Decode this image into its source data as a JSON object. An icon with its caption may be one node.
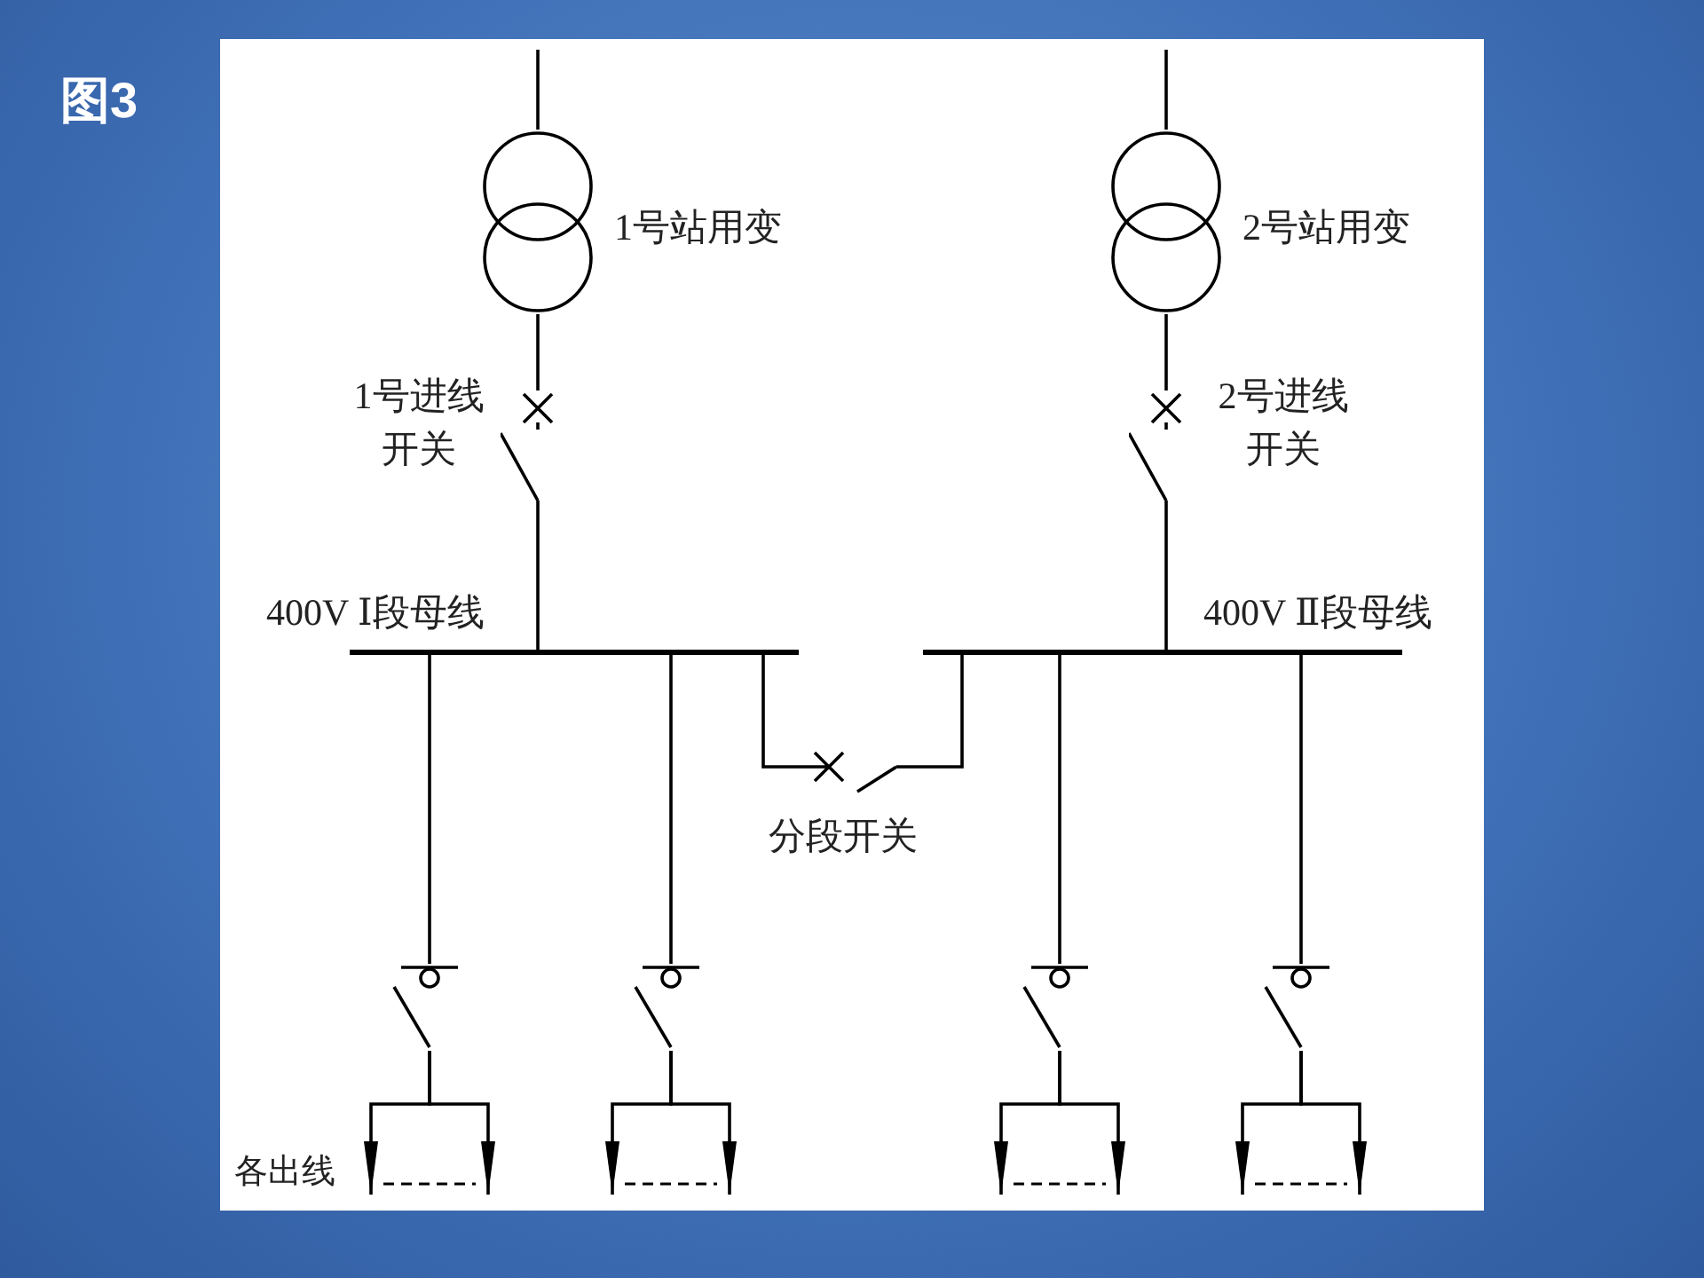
{
  "diagram": {
    "title": "图3",
    "nodes": [
      {
        "text": [],
        "shape": "circle",
        "beside": [
          "1号站用变"
        ]
      },
      {
        "text": [],
        "shape": "picture",
        "beside": [
          "1号进线开关"
        ]
      },
      {
        "text": [],
        "shape": "circle",
        "beside": [
          "2号站用变"
        ]
      },
      {
        "text": [],
        "shape": "picture",
        "beside": [
          "2号进线开关"
        ]
      },
      {
        "text": [],
        "shape": "bar",
        "beside": [
          "400V Ⅰ段母线"
        ]
      },
      {
        "text": [],
        "shape": "bar",
        "beside": [
          "400V Ⅱ段母线"
        ]
      },
      {
        "text": [],
        "shape": "picture",
        "beside": [
          "分段开关"
        ]
      },
      {
        "text": [],
        "shape": "picture"
      },
      {
        "text": [],
        "shape": "picture"
      },
      {
        "text": [],
        "shape": "picture"
      },
      {
        "text": [],
        "shape": "picture"
      }
    ],
    "edges": [
      {
        "from": null,
        "to": 0,
        "arrow": "none"
      },
      {
        "from": 0,
        "to": 1,
        "arrow": "none"
      },
      {
        "from": 1,
        "to": 4,
        "arrow": "none"
      },
      {
        "from": null,
        "to": 2,
        "arrow": "none"
      },
      {
        "from": 2,
        "to": 3,
        "arrow": "none"
      },
      {
        "from": 3,
        "to": 5,
        "arrow": "none"
      },
      {
        "from": 4,
        "to": 6,
        "arrow": "none"
      },
      {
        "from": 6,
        "to": 5,
        "arrow": "none"
      },
      {
        "from": 4,
        "to": 7,
        "arrow": "none"
      },
      {
        "from": 4,
        "to": 8,
        "arrow": "none"
      },
      {
        "from": 5,
        "to": 9,
        "arrow": "none"
      },
      {
        "from": 5,
        "to": 10,
        "arrow": "none"
      },
      {
        "from": 7,
        "to": null,
        "arrow": "to"
      },
      {
        "from": 7,
        "to": null,
        "arrow": "to"
      },
      {
        "from": 8,
        "to": null,
        "arrow": "to"
      },
      {
        "from": 8,
        "to": null,
        "arrow": "to"
      },
      {
        "from": 9,
        "to": null,
        "arrow": "to"
      },
      {
        "from": 9,
        "to": null,
        "arrow": "to"
      },
      {
        "from": 10,
        "to": null,
        "arrow": "to"
      },
      {
        "from": 10,
        "to": null,
        "arrow": "to"
      }
    ],
    "labels": [
      "各出线"
    ]
  }
}
